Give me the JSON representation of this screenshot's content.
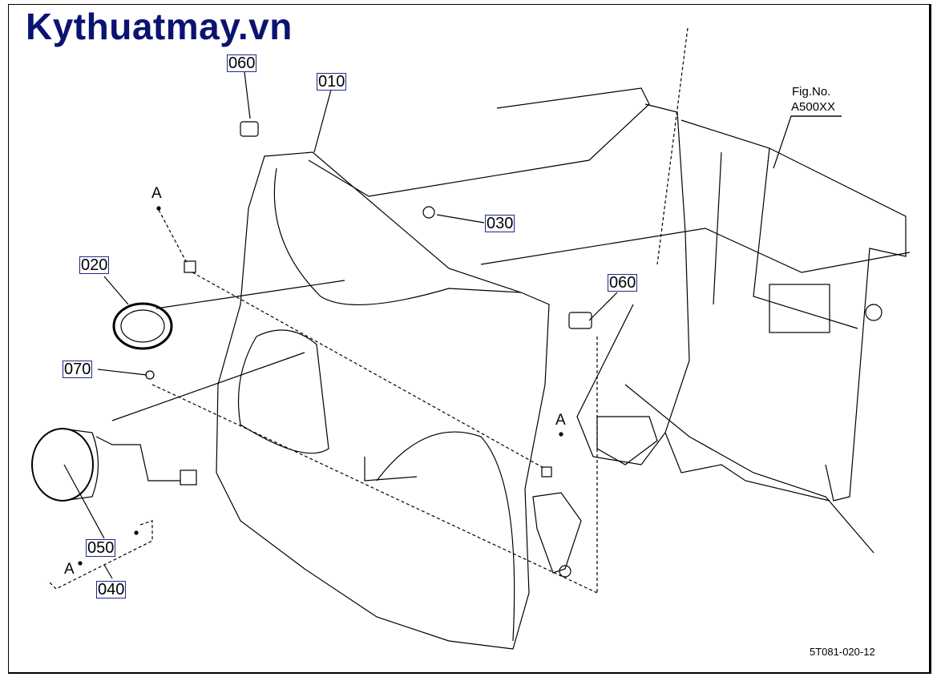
{
  "logo": "Kythuatmay.vn",
  "figure": {
    "label": "Fig.No.",
    "number": "A500XX"
  },
  "diagram_code": "5T081-020-12",
  "ref_marker": "A",
  "parts": [
    {
      "id": "p060a",
      "label": "060"
    },
    {
      "id": "p010",
      "label": "010"
    },
    {
      "id": "p030",
      "label": "030"
    },
    {
      "id": "p020",
      "label": "020"
    },
    {
      "id": "p060b",
      "label": "060"
    },
    {
      "id": "p070",
      "label": "070"
    },
    {
      "id": "p050",
      "label": "050"
    },
    {
      "id": "p040",
      "label": "040"
    }
  ]
}
